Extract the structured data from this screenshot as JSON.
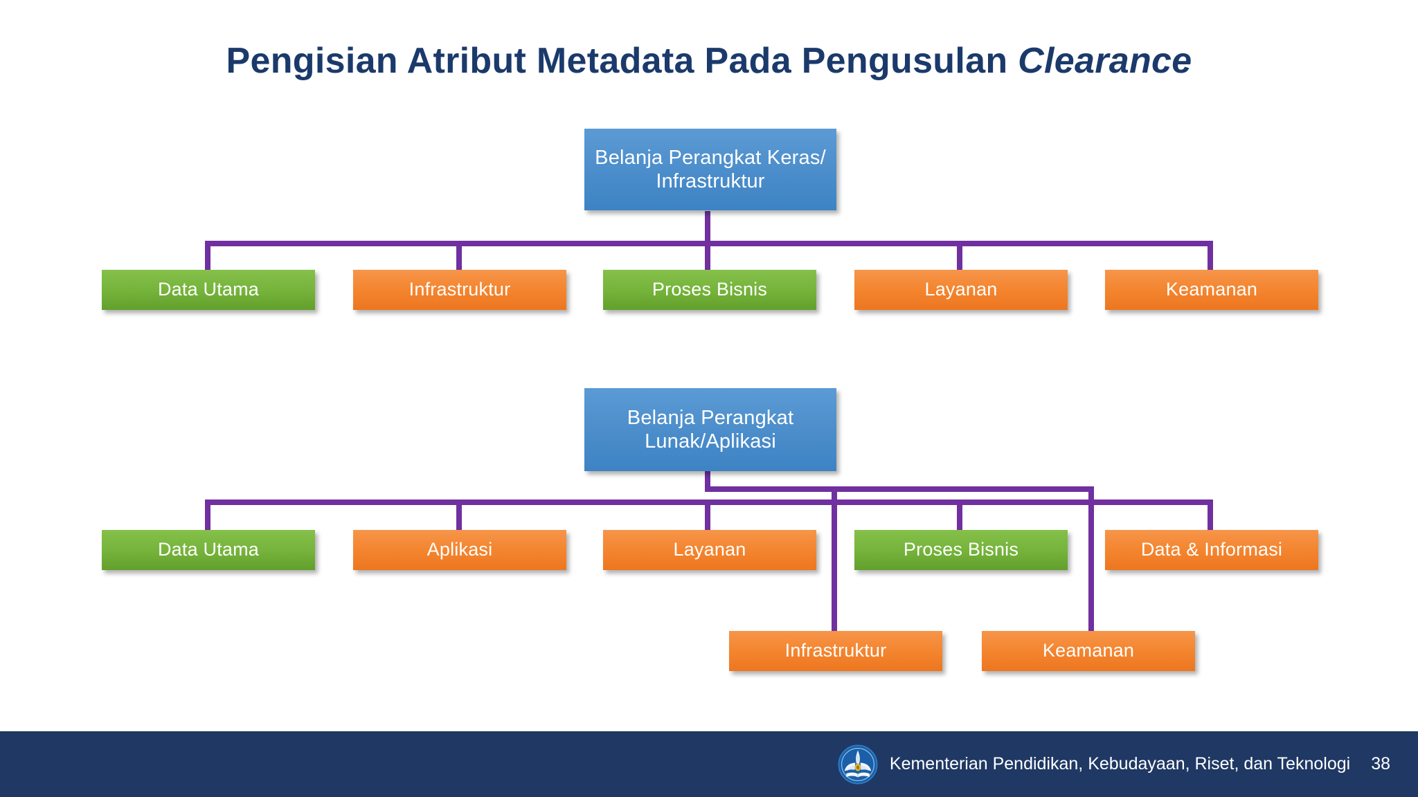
{
  "slide": {
    "title_main": "Pengisian Atribut Metadata Pada Pengusulan ",
    "title_emphasis": "Clearance",
    "page_number": "38",
    "background_color": "#FFFFFF"
  },
  "colors": {
    "title": "#1B3A6B",
    "connector": "#7030A0",
    "node_blue": "#5B9BD5",
    "node_green": "#76B43C",
    "node_orange": "#F4852F",
    "footer": "#1F3864"
  },
  "diagrams": [
    {
      "id": "hardware",
      "root": {
        "label": "Belanja Perangkat Keras/\nInfrastruktur",
        "color": "blue"
      },
      "children": [
        {
          "label": "Data Utama",
          "color": "green"
        },
        {
          "label": "Infrastruktur",
          "color": "orange"
        },
        {
          "label": "Proses Bisnis",
          "color": "green"
        },
        {
          "label": "Layanan",
          "color": "orange"
        },
        {
          "label": "Keamanan",
          "color": "orange"
        }
      ]
    },
    {
      "id": "software",
      "root": {
        "label": "Belanja Perangkat\nLunak/Aplikasi",
        "color": "blue"
      },
      "children": [
        {
          "label": "Data Utama",
          "color": "green"
        },
        {
          "label": "Aplikasi",
          "color": "orange"
        },
        {
          "label": "Layanan",
          "color": "orange"
        },
        {
          "label": "Proses Bisnis",
          "color": "green"
        },
        {
          "label": "Data & Informasi",
          "color": "orange"
        }
      ],
      "lower_children": [
        {
          "label": "Infrastruktur",
          "color": "orange"
        },
        {
          "label": "Keamanan",
          "color": "orange"
        }
      ]
    }
  ],
  "footer": {
    "logo_name": "tut-wuri-handayani-logo",
    "organization": "Kementerian Pendidikan, Kebudayaan, Riset, dan Teknologi",
    "page_number": "38"
  }
}
